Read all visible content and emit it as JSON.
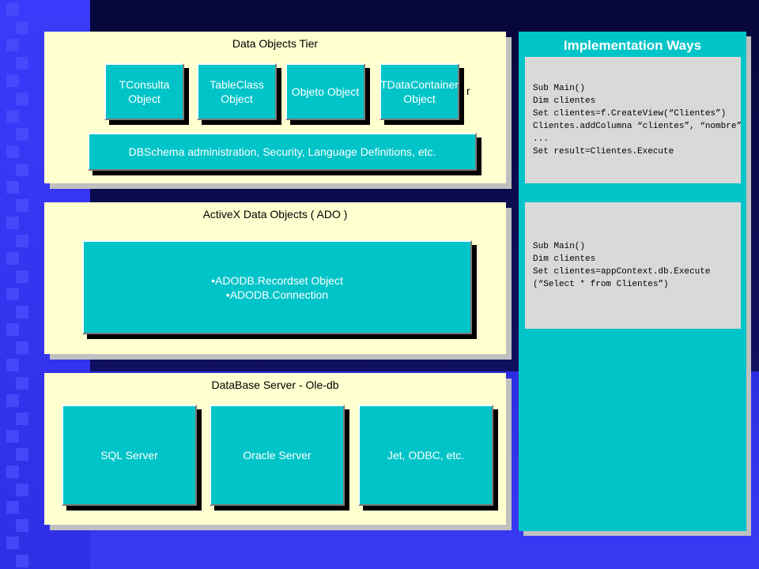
{
  "data_objects_tier": {
    "title": "Data Objects Tier",
    "boxes": [
      {
        "line1": "TConsulta",
        "line2": "Object"
      },
      {
        "line1": "TableClass",
        "line2": "Object"
      },
      {
        "line1": "Objeto Object",
        "line2": ""
      },
      {
        "line1": "TDataContainer",
        "line2": "Object"
      }
    ],
    "stray_text": "r",
    "admin_box": "DBSchema administration, Security, Language Definitions, etc."
  },
  "ado_tier": {
    "title": "ActiveX Data Objects ( ADO )",
    "items": [
      "•ADODB.Recordset Object",
      "•ADODB.Connection"
    ]
  },
  "db_tier": {
    "title": "DataBase Server - Ole-db",
    "servers": [
      "SQL Server",
      "Oracle Server",
      "Jet, ODBC, etc."
    ]
  },
  "implementation": {
    "title": "Implementation Ways",
    "code1": [
      "Sub Main()",
      "Dim clientes",
      "Set clientes=f.CreateView(“Clientes”)",
      "Clientes.addColumna “clientes”, “nombre”",
      "...",
      "Set result=Clientes.Execute"
    ],
    "code2": [
      "Sub Main()",
      "Dim clientes",
      "Set clientes=appContext.db.Execute",
      "(“Select * from Clientes”)"
    ]
  },
  "colors": {
    "teal": "#00c4c8",
    "panel": "#ffffd0",
    "code_bg": "#d9d9d9"
  }
}
